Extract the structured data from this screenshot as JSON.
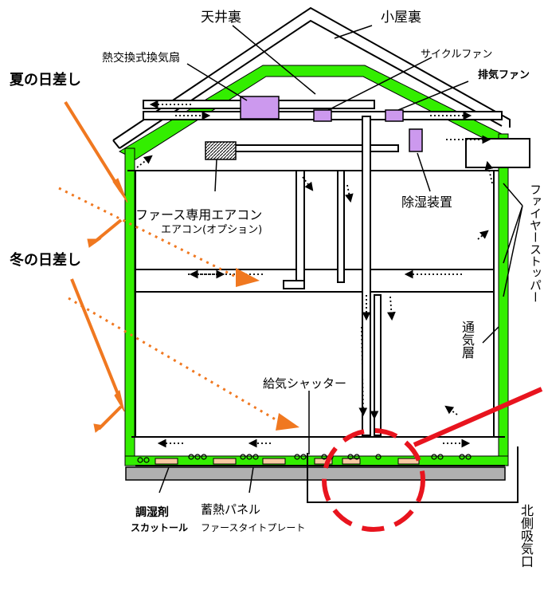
{
  "labels": {
    "ceiling_space": "天井裏",
    "attic": "小屋裏",
    "heat_exchange_fan": "熱交換式換気扇",
    "cycle_fan": "サイクルファン",
    "exhaust_fan": "排気ファン",
    "summer_sun": "夏の日差し",
    "winter_sun": "冬の日差し",
    "aircon_main": "ファース専用エアコン",
    "aircon_option": "エアコン(オプション)",
    "dehumidifier": "除湿装置",
    "air_layer": "通気層",
    "supply_shutter": "給気シャッター",
    "humidity_agent": "調湿剤",
    "humidity_agent_product": "スカットール",
    "heat_panel": "蓄熱パネル",
    "heat_panel_product": "ファースタイトプレート",
    "north_intake": "北側吸気口",
    "fire_stopper": "ファイヤーストッパー"
  },
  "colors": {
    "insulation": "#33ee00",
    "equipment": "#cc99ee",
    "sun_ray": "#f07820",
    "highlight": "#e8141e",
    "panel": "#f6c9a0",
    "foundation": "#b0b0b0",
    "outline": "#000000"
  }
}
